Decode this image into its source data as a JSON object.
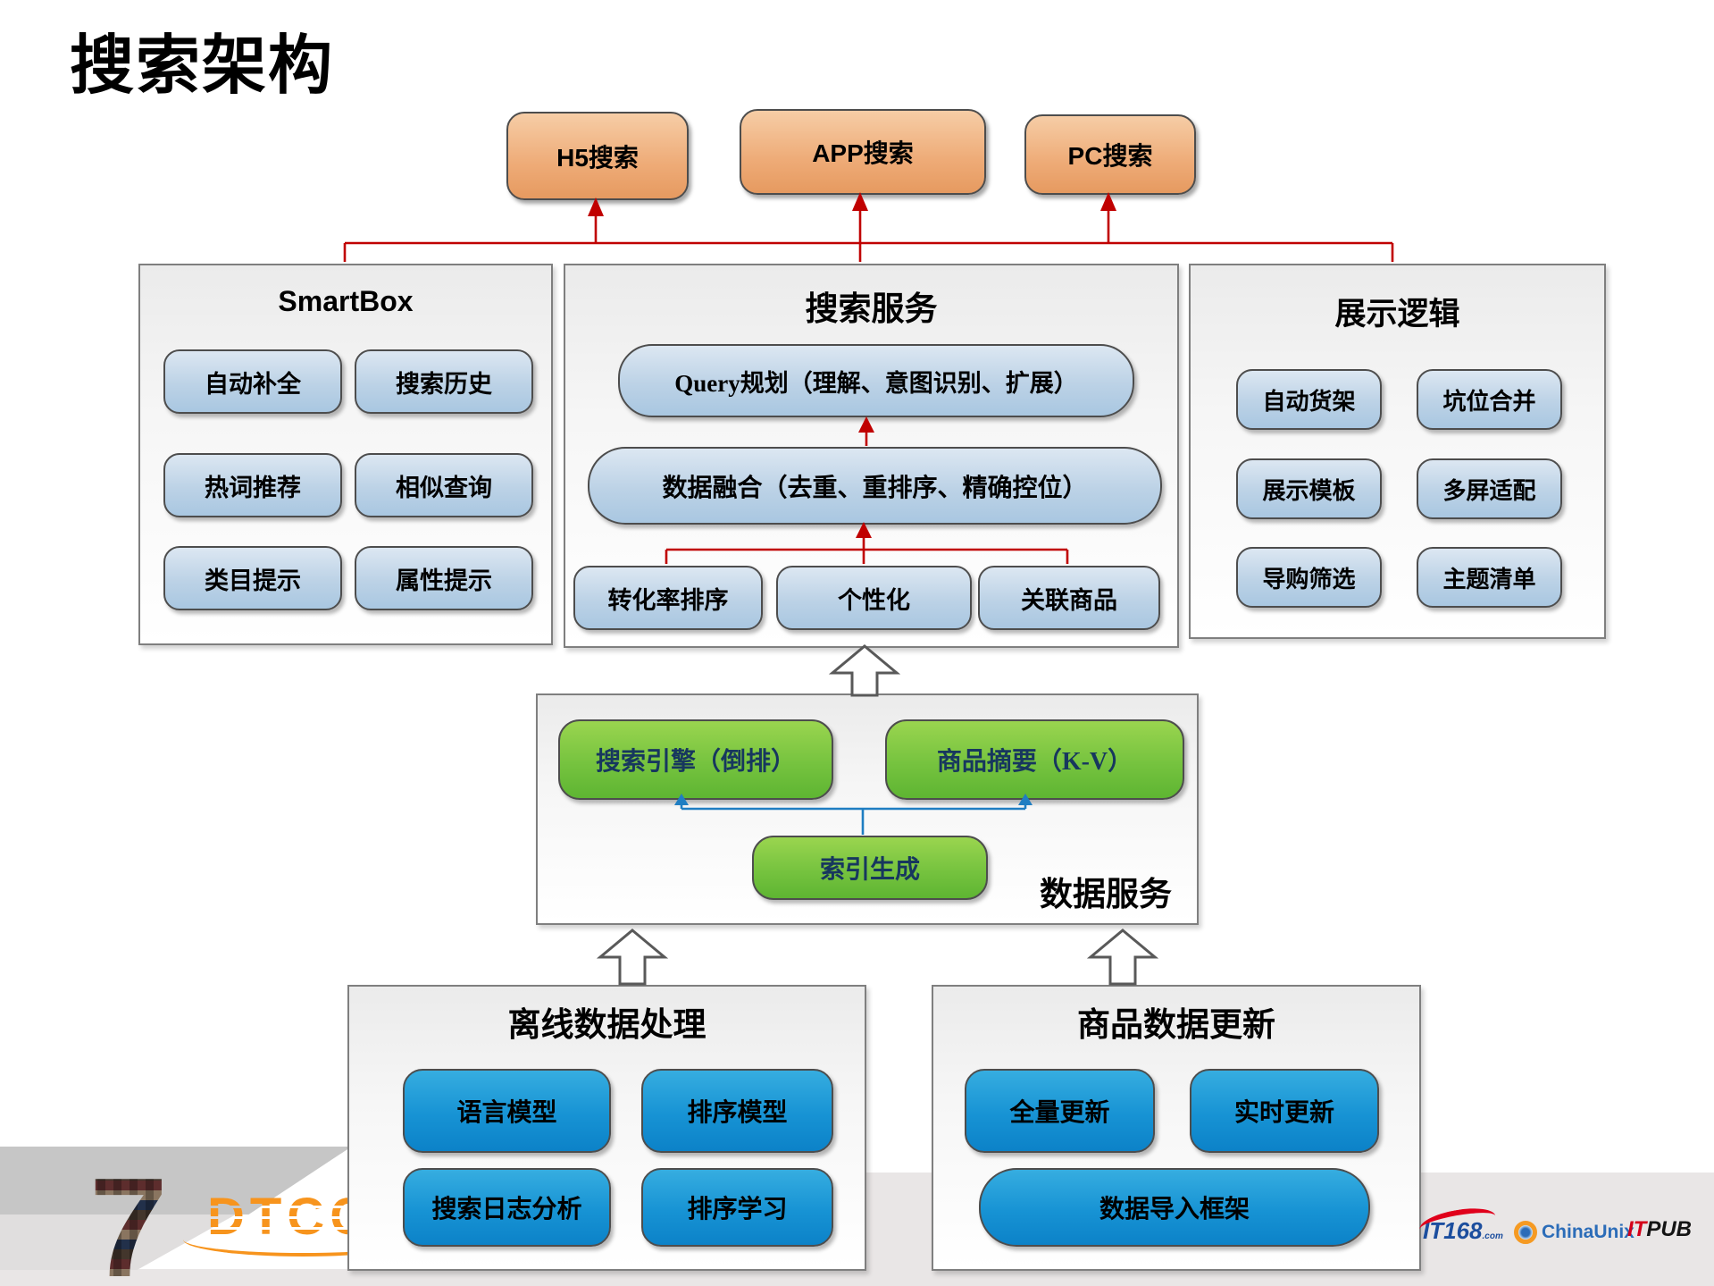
{
  "slide_title": "搜索架构",
  "top_boxes": {
    "h5": "H5搜索",
    "app": "APP搜索",
    "pc": "PC搜索"
  },
  "smartbox": {
    "title": "SmartBox",
    "pills": [
      "自动补全",
      "搜索历史",
      "热词推荐",
      "相似查询",
      "类目提示",
      "属性提示"
    ]
  },
  "search_service": {
    "title": "搜索服务",
    "query_pill": "Query规划（理解、意图识别、扩展）",
    "fusion_pill": "数据融合（去重、重排序、精确控位）",
    "bottom_pills": [
      "转化率排序",
      "个性化",
      "关联商品"
    ]
  },
  "display_logic": {
    "title": "展示逻辑",
    "pills": [
      "自动货架",
      "坑位合并",
      "展示模板",
      "多屏适配",
      "导购筛选",
      "主题清单"
    ]
  },
  "data_service": {
    "title": "数据服务",
    "engine_pill": "搜索引擎（倒排）",
    "summary_pill": "商品摘要（K-V）",
    "index_pill": "索引生成"
  },
  "offline_processing": {
    "title": "离线数据处理",
    "pills": [
      "语言模型",
      "排序模型",
      "搜索日志分析",
      "排序学习"
    ]
  },
  "product_update": {
    "title": "商品数据更新",
    "pills": [
      "全量更新",
      "实时更新",
      "数据导入框架"
    ]
  },
  "footer": {
    "page_number": "7",
    "dtcc_logo": "DTCC",
    "it168_logo": "IT168",
    "it168_suffix": ".com",
    "chinaunix_logo": "ChinaUnix",
    "itpub_it": "IT",
    "itpub_pub": "PUB"
  },
  "colors": {
    "connector_red": "#C00000",
    "connector_blue": "#1F7EC2",
    "accent_orange": "#EFA568",
    "pill_blue": "#B7CDE2",
    "pill_green": "#76C33F",
    "pill_cyan": "#1793D4",
    "dtcc_orange": "#F7941D"
  }
}
